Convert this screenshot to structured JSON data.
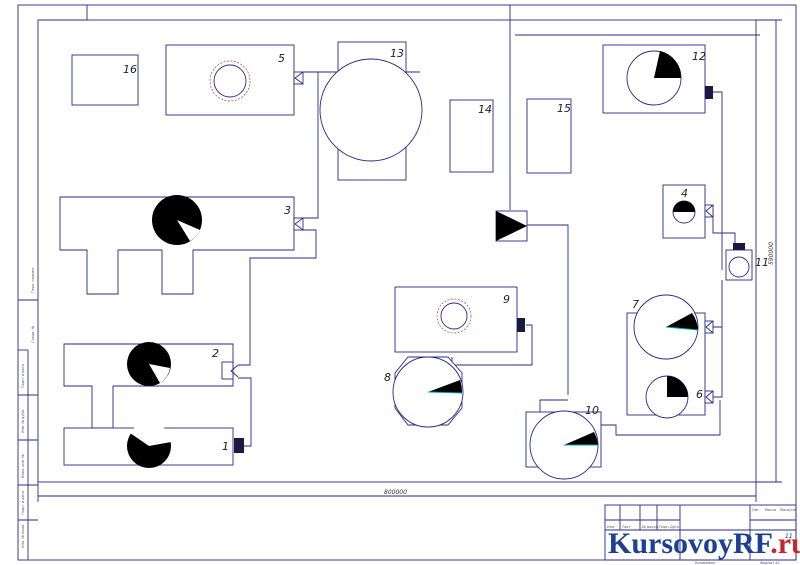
{
  "drawing": {
    "dimension_width": "800000",
    "dimension_height": "590000",
    "equipment_labels": [
      "1",
      "2",
      "3",
      "4",
      "5",
      "6",
      "7",
      "8",
      "9",
      "10",
      "11",
      "12",
      "13",
      "14",
      "15",
      "16"
    ],
    "sheet_number": "11",
    "title_block_tiny": [
      "Изм.",
      "Лист",
      "№ докум.",
      "Подп.",
      "Дата",
      "Лит.",
      "Масса",
      "Масштаб",
      "Копировал",
      "Формат A1"
    ],
    "side_stamp_tiny": [
      "Инв. № подл.",
      "Подп. и дата",
      "Взам. инв. №",
      "Инв. № дубл.",
      "Подп. и дата",
      "Справ. №",
      "Перв. примен."
    ]
  },
  "watermark": {
    "text_main": "KursovoyRF",
    "text_suffix": ".ru",
    "color_main": "#1f3f93",
    "color_suffix": "#c0292b"
  }
}
